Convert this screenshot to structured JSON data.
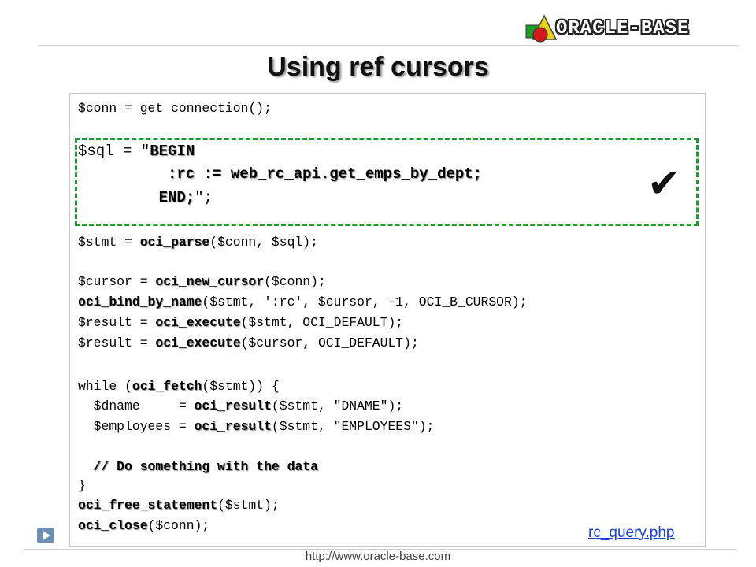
{
  "logo": {
    "text": "ORACLE-BASE"
  },
  "title": "Using ref cursors",
  "footer": {
    "url": "http://www.oracle-base.com",
    "file_link": "rc_query.php"
  },
  "code": {
    "l1": {
      "a": "$conn = get_connection();"
    },
    "sql1": {
      "a": "$sql = \"",
      "b": "BEGIN"
    },
    "sql2": {
      "a": "          :rc := web_rc_api.get_emps_by_dept;"
    },
    "sql3": {
      "a": "         END;",
      "b": "\";"
    },
    "stmt": {
      "a": "$stmt = ",
      "b": "oci_parse",
      "c": "($conn, $sql);"
    },
    "cursor": {
      "a": "$cursor = ",
      "b": "oci_new_cursor",
      "c": "($conn);"
    },
    "bind": {
      "b": "oci_bind_by_name",
      "c": "($stmt, ':rc', $cursor, -1, OCI_B_CURSOR);"
    },
    "exec1": {
      "a": "$result = ",
      "b": "oci_execute",
      "c": "($stmt, OCI_DEFAULT);"
    },
    "exec2": {
      "a": "$result = ",
      "b": "oci_execute",
      "c": "($cursor, OCI_DEFAULT);"
    },
    "while": {
      "a": "while (",
      "b": "oci_fetch",
      "c": "($stmt)) {"
    },
    "dname": {
      "a": "  $dname     = ",
      "b": "oci_result",
      "c": "($stmt, \"DNAME\");"
    },
    "emps": {
      "a": "  $employees = ",
      "b": "oci_result",
      "c": "($stmt, \"EMPLOYEES\");"
    },
    "comment": {
      "a": "  // Do something with the data"
    },
    "close_brace": {
      "a": "}"
    },
    "free": {
      "b": "oci_free_statement",
      "c": "($stmt);"
    },
    "close": {
      "b": "oci_close",
      "c": "($conn);"
    }
  },
  "colors": {
    "highlight_border": "#1f9a2c",
    "link": "#1a3fd6",
    "nav_button": "#6d8fb4"
  },
  "icons": {
    "check": "check-icon",
    "play": "play-icon"
  }
}
